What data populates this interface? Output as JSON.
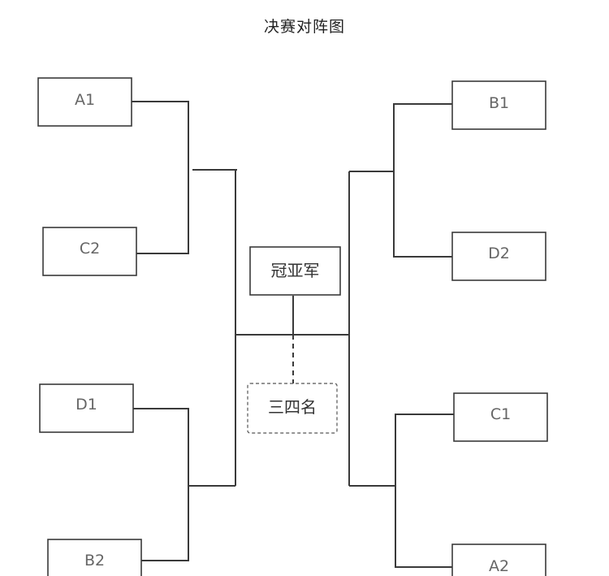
{
  "title": "决赛对阵图",
  "teams": {
    "a1": "A1",
    "c2": "C2",
    "d1": "D1",
    "b2": "B2",
    "b1": "B1",
    "d2": "D2",
    "c1": "C1",
    "a2": "A2"
  },
  "final_label": "冠亚军",
  "third_place_label": "三四名"
}
